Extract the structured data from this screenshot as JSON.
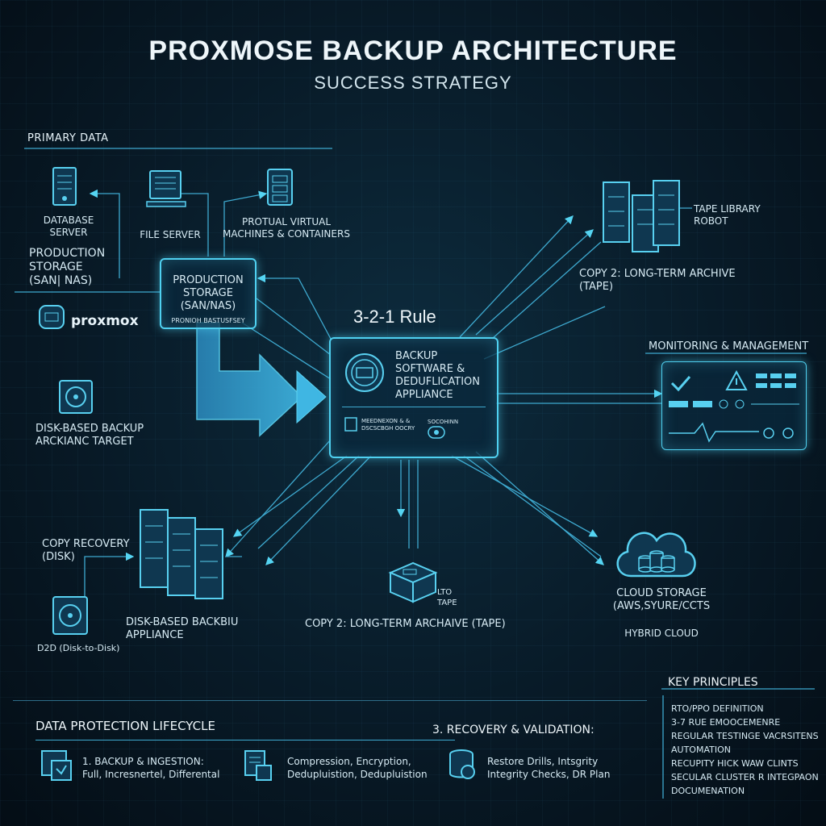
{
  "header": {
    "title": "PROXMOSE BACKUP ARCHITECTURE",
    "subtitle": "SUCCESS STRATEGY"
  },
  "primary": {
    "section": "PRIMARY DATA",
    "database": "DATABASE SERVER",
    "fileserver": "FILE SERVER",
    "vms": "PROTUAL VIRTUAL MACHINES & CONTAINERS",
    "prod_left": "PRODUCTION STORAGE (SAN| NAS)",
    "proxmox": "proxmox",
    "prod_box_title": "PRODUCTION STORAGE (SAN/NAS)",
    "prod_box_sub": "PRONIOH BASTUSFSEY"
  },
  "center": {
    "rule": "3-2-1 Rule",
    "box_title": "BACKUP SOFTWARE & DEDUFLICATION APPLIANCE",
    "sub_left": "MEEDNEXON & & DSCSCBGH OOCRY",
    "sub_right": "SOCOHINN"
  },
  "left": {
    "disk_target": "DISK-BASED BACKUP ARCKIANC TARGET",
    "copy_recovery": "COPY RECOVERY (DISK)",
    "d2d": "D2D (Disk-to-Disk)",
    "appliance": "DISK-BASED BACKBIU APPLIANCE"
  },
  "right": {
    "tape_robot": "TAPE LIBRARY ROBOT",
    "copy2_archive": "COPY 2: LONG-TERM ARCHIVE (TAPE)",
    "monitoring": "MONITORING & MANAGEMENT",
    "cloud": "CLOUD STORAGE (AWS,SYURE/CCTS",
    "hybrid": "HYBRID CLOUD"
  },
  "bottom_center": {
    "lto": "LTO TAPE",
    "copy2": "COPY 2: LONG-TERM ARCHAIVE (TAPE)"
  },
  "lifecycle": {
    "title": "DATA PROTECTION LIFECYCLE",
    "stage3": "3. RECOVERY & VALIDATION:",
    "item1_title": "1. BACKUP & INGESTION:",
    "item1_sub": "Full, Incresnertel, Differental",
    "item2_title": "Compression, Encryption,",
    "item2_sub": "Dedupluistion, Dedupluistion",
    "item3_title": "Restore Drills, Intsgrity",
    "item3_sub": "Integrity Checks, DR Plan"
  },
  "key_principles": {
    "title": "KEY PRINCIPLES",
    "items": [
      "RTO/PPO DEFINITION",
      "3-7 RUE EMOOCEMENRE",
      "REGULAR TESTINGE VACRSITENS",
      "AUTOMATION",
      "RECUPITY HICK WAW CLINTS",
      "SECULAR CLUSTER R INTEGPAON",
      "DOCUMENATION"
    ]
  },
  "colors": {
    "accent": "#4fd0f0",
    "line": "#3ea9cf",
    "background": "#081a27"
  }
}
